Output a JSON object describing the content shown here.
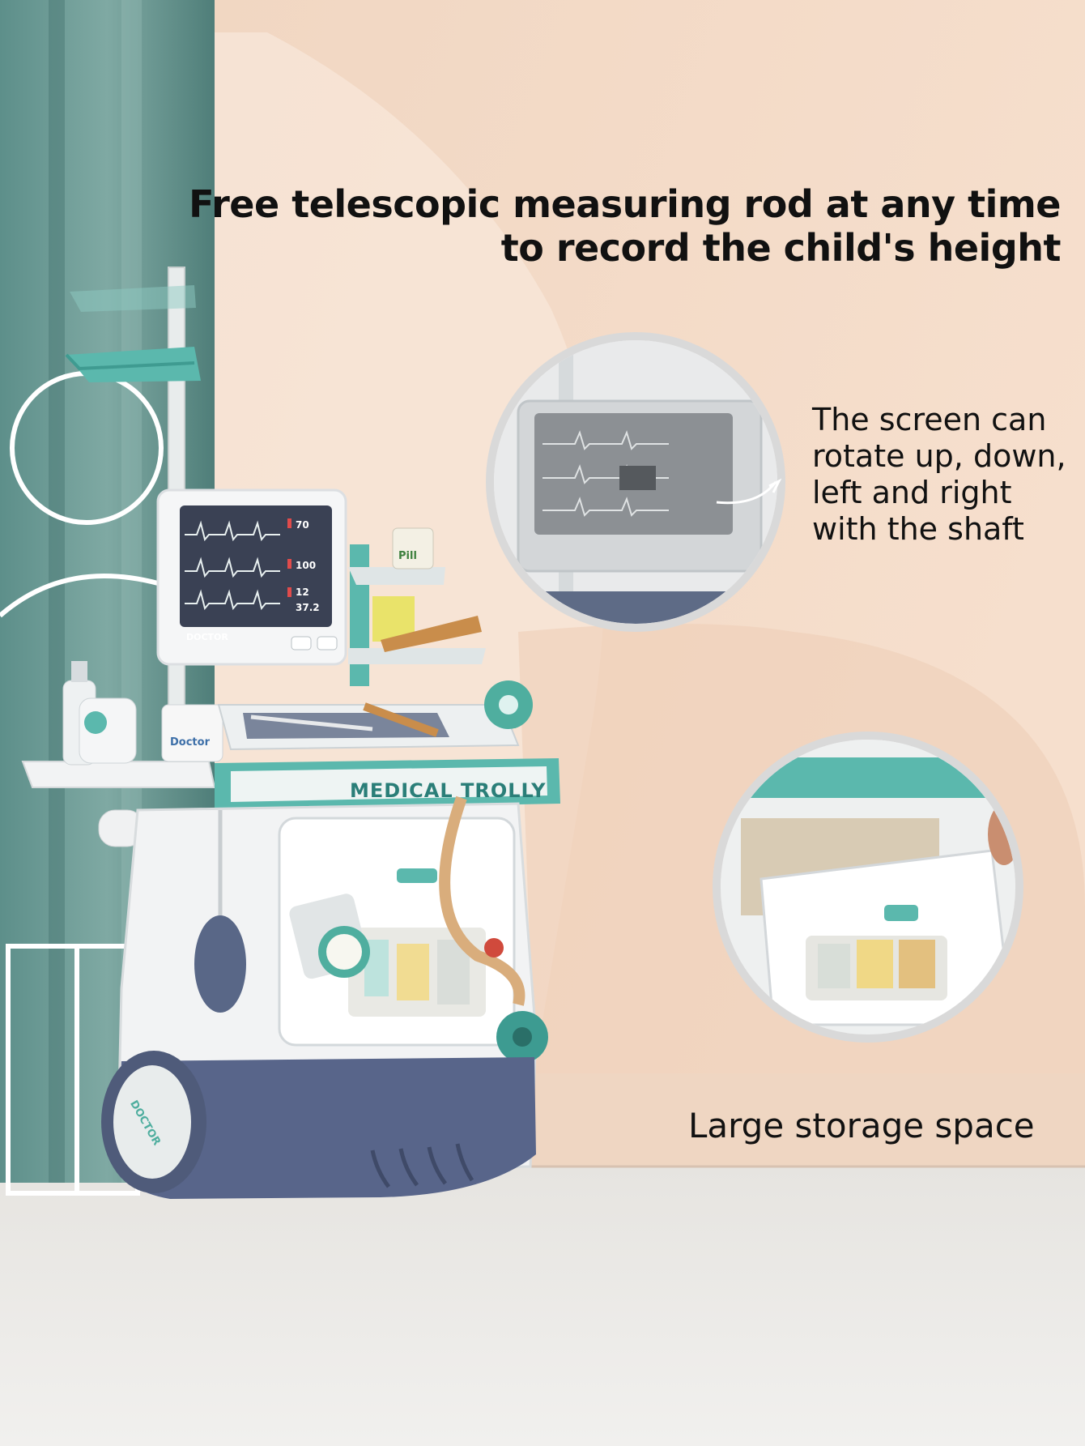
{
  "headline": {
    "line1": "Free telescopic measuring rod at any time",
    "line2": "to record the child's height"
  },
  "callouts": {
    "screen": [
      "The screen can",
      "rotate up, down,",
      "left and right",
      "with the shaft"
    ],
    "storage": "Large storage space"
  },
  "trolley": {
    "name": "MEDICAL TROLLY",
    "monitor_brand": "DOCTOR",
    "vitals": [
      "70",
      "100",
      "12",
      "37.2"
    ],
    "pill_label": "Pill",
    "sign_label": "Doctor",
    "wheel_label": "DOCTOR"
  },
  "colors": {
    "accent": "#5bb8ad",
    "accent_dark": "#2f8f86",
    "navy": "#4d5b7a",
    "wall": "#f4d9c4",
    "floor": "#e9e8e6"
  }
}
